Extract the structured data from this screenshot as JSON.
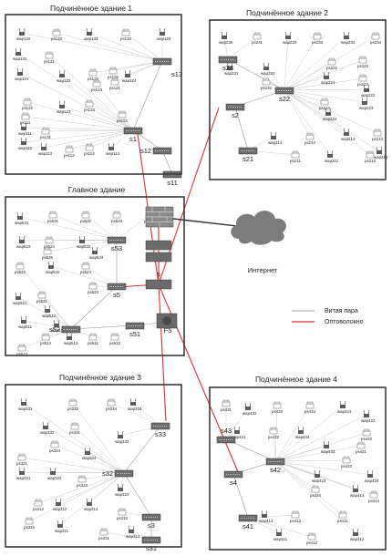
{
  "buildings": [
    {
      "id": "b1",
      "title": "Подчинённое здание 1",
      "switches": [
        "s13",
        "s1",
        "s12",
        "s11"
      ],
      "devices": [
        "wap132",
        "ps133",
        "wap133",
        "ps134",
        "wap134",
        "wap131",
        "ps131",
        "wap121",
        "wap122",
        "ps125",
        "ps126",
        "wap124",
        "ps124",
        "ps121",
        "ps122",
        "wap123",
        "ps123",
        "ps111",
        "ps112",
        "wap111",
        "ps131",
        "wap112",
        "wap113",
        "ps113",
        "ps114",
        "wap114"
      ]
    },
    {
      "id": "b2",
      "title": "Подчинённое здание 2",
      "switches": [
        "s23",
        "s22",
        "s2",
        "s21"
      ],
      "devices": [
        "wap236",
        "ps231",
        "wap233",
        "ps233",
        "wap234",
        "ps234",
        "wap231",
        "wap232",
        "ps232",
        "ps221",
        "ps222",
        "wap221",
        "ps223",
        "wap222",
        "ps224",
        "wap223",
        "wap224",
        "wap214",
        "ps214",
        "wap213",
        "ps213",
        "ps211",
        "wap211",
        "ps212",
        "wap212"
      ]
    },
    {
      "id": "main",
      "title": "Главное здание",
      "switches": [
        "s53",
        "s5",
        "s52",
        "s51",
        "F5"
      ],
      "devices": [
        "wap531",
        "ps531",
        "ps532",
        "ps533",
        "ps534",
        "wap523",
        "ps524",
        "wap532",
        "ps525",
        "wap534",
        "ps522",
        "wap522",
        "ps524",
        "ps523",
        "wap521",
        "ps521",
        "wap512",
        "wap511",
        "wap514",
        "ps514",
        "wap513",
        "ps511",
        "ps512",
        "ps513"
      ]
    },
    {
      "id": "b3",
      "title": "Подчинённое здание 3",
      "switches": [
        "s33",
        "s32",
        "s3",
        "s31"
      ],
      "devices": [
        "wap331",
        "ps332",
        "ps334",
        "wap334",
        "wap332",
        "ps331",
        "wap333",
        "ps324",
        "ps321",
        "wap324",
        "wap321",
        "wap322",
        "ps323",
        "wap323",
        "ps312",
        "wap312",
        "wap314",
        "ps316",
        "ps315",
        "wap311",
        "ps311",
        "wap313"
      ]
    },
    {
      "id": "b4",
      "title": "Подчинённое здание 4",
      "switches": [
        "s43",
        "s42",
        "s4",
        "s41"
      ],
      "devices": [
        "ps431",
        "wap432",
        "ps433",
        "ps434",
        "wap421",
        "wap422",
        "wap431",
        "ps432",
        "wap434",
        "ps422",
        "ps421",
        "wap433",
        "ps423",
        "wap423",
        "wap424",
        "ps424",
        "wap413",
        "ps414",
        "wap414",
        "ps413",
        "ps411",
        "wap411",
        "ps412",
        "wap412"
      ]
    }
  ],
  "core_label": "s",
  "internet_label": "Интернет",
  "legend": [
    {
      "label": "Витая пара",
      "color": "#b8b8b8"
    },
    {
      "label": "Оптоволокно",
      "color": "#e03030"
    }
  ]
}
